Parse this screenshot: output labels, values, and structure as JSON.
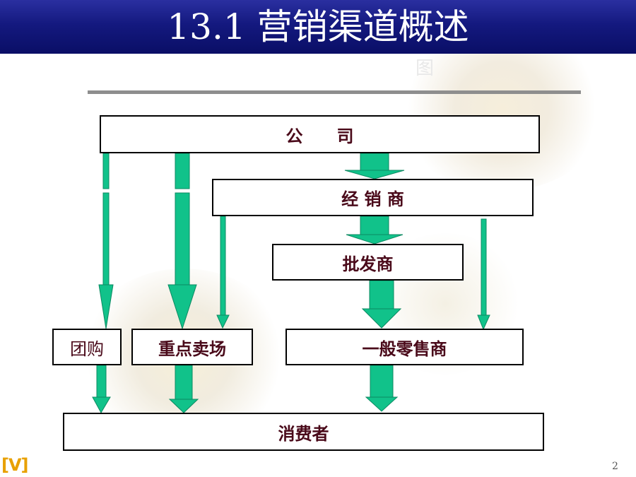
{
  "slide": {
    "title": "13.1 营销渠道概述",
    "ghost_text": "图",
    "page_number": "2",
    "logo_text": "[V]"
  },
  "diagram": {
    "nodes": {
      "company": "公　　司",
      "distributor": "经 销 商",
      "wholesaler": "批发商",
      "group_buy": "团购",
      "key_store": "重点卖场",
      "general_retailer": "一般零售商",
      "consumer": "消费者"
    }
  },
  "colors": {
    "arrow_green": "#11c28a",
    "title_bg": "#14197f",
    "node_text": "#4a0a1a"
  }
}
